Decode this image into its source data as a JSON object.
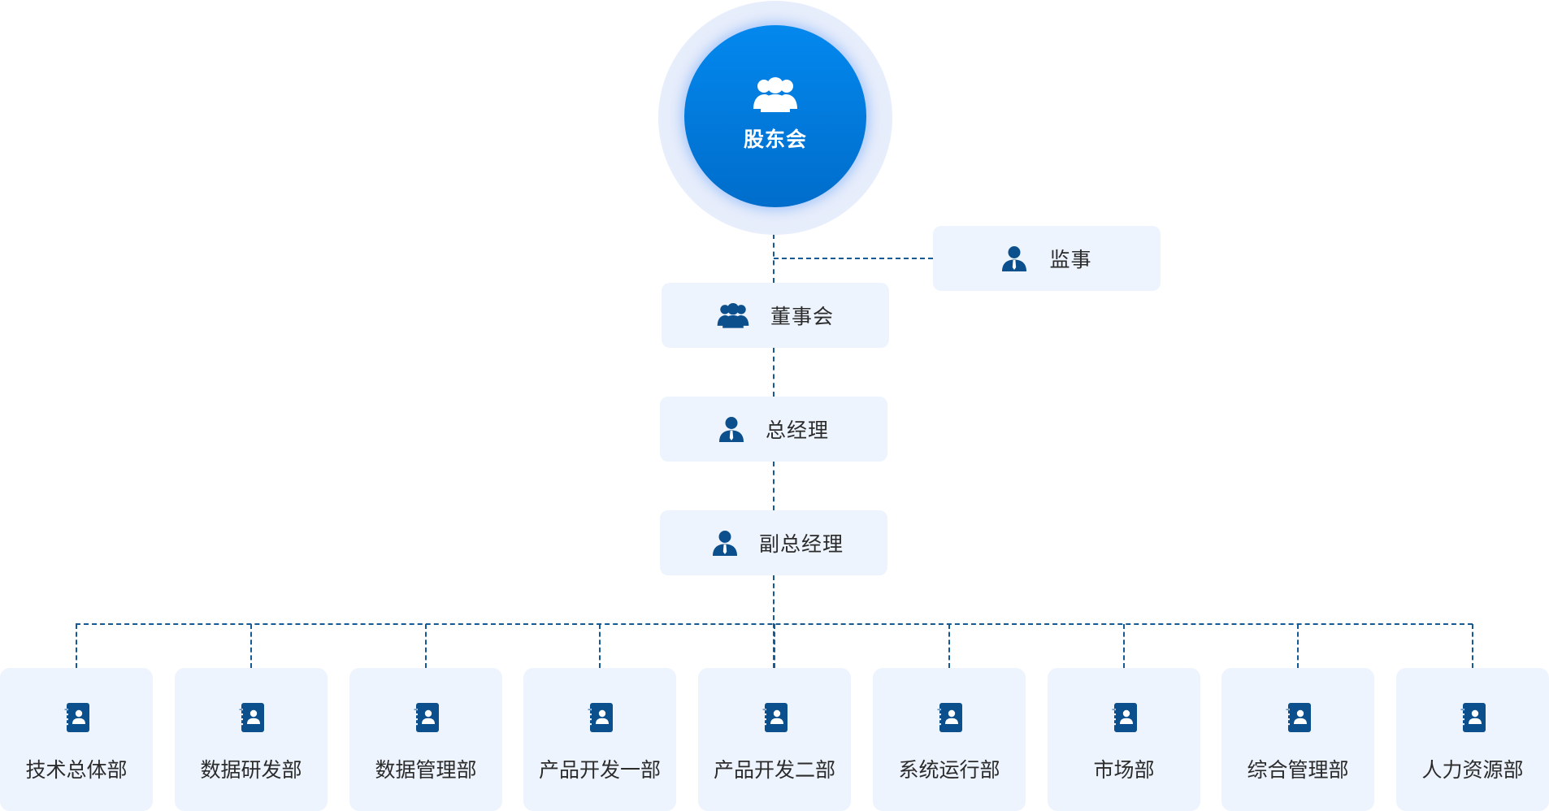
{
  "diagram": {
    "type": "org-chart",
    "root": {
      "label": "股东会",
      "icon": "group-icon"
    },
    "supervisor": {
      "label": "监事",
      "icon": "person-tie-icon"
    },
    "chain": [
      {
        "label": "董事会",
        "icon": "group-icon"
      },
      {
        "label": "总经理",
        "icon": "person-tie-icon"
      },
      {
        "label": "副总经理",
        "icon": "person-tie-icon"
      }
    ],
    "departments": [
      {
        "label": "技术总体部",
        "icon": "contact-book-icon"
      },
      {
        "label": "数据研发部",
        "icon": "contact-book-icon"
      },
      {
        "label": "数据管理部",
        "icon": "contact-book-icon"
      },
      {
        "label": "产品开发一部",
        "icon": "contact-book-icon"
      },
      {
        "label": "产品开发二部",
        "icon": "contact-book-icon"
      },
      {
        "label": "系统运行部",
        "icon": "contact-book-icon"
      },
      {
        "label": "市场部",
        "icon": "contact-book-icon"
      },
      {
        "label": "综合管理部",
        "icon": "contact-book-icon"
      },
      {
        "label": "人力资源部",
        "icon": "contact-book-icon"
      }
    ],
    "colors": {
      "primary": "#0378e0",
      "icon": "#0b4f8c",
      "connector": "#155a92",
      "box_bg": "#eef4fe",
      "text": "#2b2b2b"
    }
  }
}
